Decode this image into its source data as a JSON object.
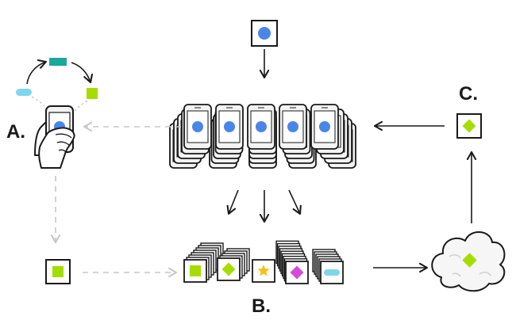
{
  "labels": {
    "a": "A.",
    "b": "B.",
    "c": "C."
  },
  "colors": {
    "ink": "#1a1a1a",
    "dash": "#c7c7c7",
    "blue": "#4a86e8",
    "teal": "#1aa89a",
    "lime": "#a6dd00",
    "cyan": "#7fd6ea",
    "gold": "#f5c11a",
    "magenta": "#d44bdc",
    "phone_body": "#f3f3f3",
    "cloud": "#f6f6f6"
  }
}
